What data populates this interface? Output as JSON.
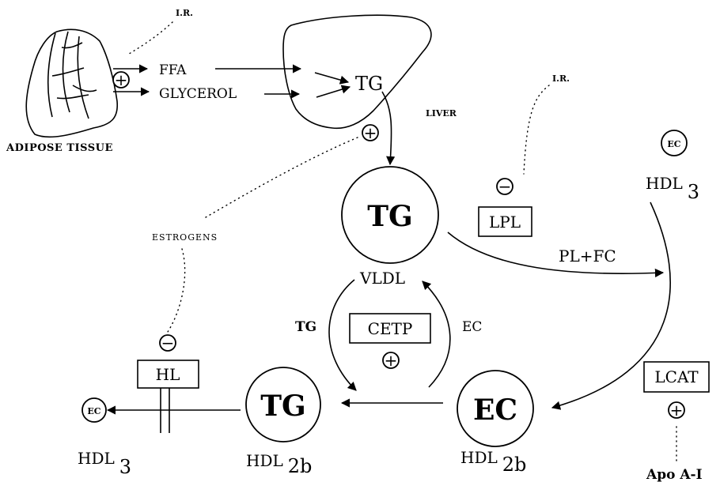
{
  "labels": {
    "adipose_tissue": "ADIPOSE TISSUE",
    "ir_top": "I.R.",
    "ir_right": "I.R.",
    "ffa": "FFA",
    "glycerol": "GLYCEROL",
    "liver_tg": "TG",
    "liver": "LIVER",
    "estrogens": "ESTROGENS",
    "vldl_core": "TG",
    "vldl": "VLDL",
    "lpl": "LPL",
    "pl_fc": "PL+FC",
    "hdl3_right_core": "EC",
    "hdl3_right": "HDL",
    "hdl3_right_sub": "3",
    "cetp": "CETP",
    "tg_transfer": "TG",
    "ec_transfer": "EC",
    "hl": "HL",
    "hdl2b_tg_core": "TG",
    "hdl2b_left": "HDL",
    "hdl2b_left_sub": "2b",
    "hdl2b_ec_core": "EC",
    "hdl2b_right": "HDL",
    "hdl2b_right_sub": "2b",
    "hdl3_left_core": "EC",
    "hdl3_left": "HDL",
    "hdl3_left_sub": "3",
    "lcat": "LCAT",
    "apo_ai": "Apo A-I"
  },
  "signs": {
    "plus": "+",
    "minus": "−"
  }
}
